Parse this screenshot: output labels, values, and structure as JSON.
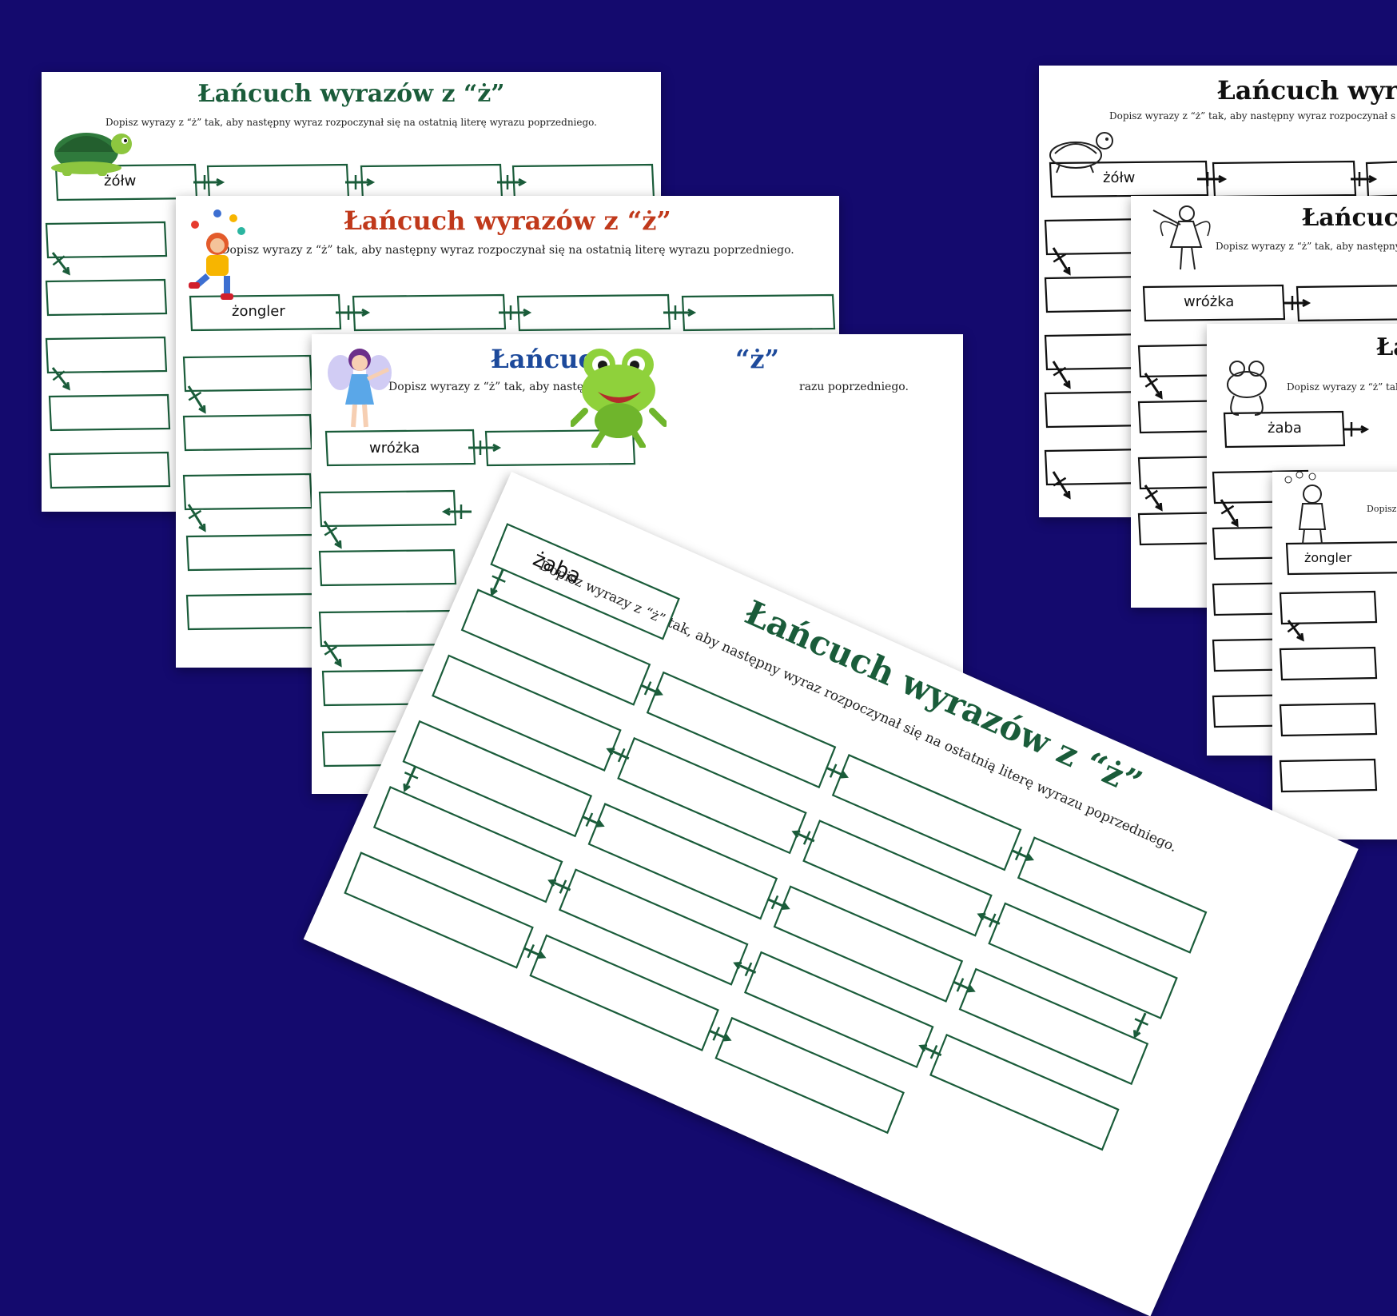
{
  "colors": {
    "background": "#140a6e",
    "green": "#1a5c3a",
    "red": "#c0391b",
    "blue": "#1d4a9b",
    "black": "#111111"
  },
  "worksheet": {
    "title": "Łańcuch wyrazów z “ż”",
    "instruction": "Dopisz wyrazy z “ż” tak, aby następny wyraz rozpoczynał się na ostatnią literę wyrazu poprzedniego."
  },
  "sheets": {
    "green": {
      "start_word": "żółw",
      "picture": "turtle-icon"
    },
    "red": {
      "start_word": "żongler",
      "picture": "juggler-icon"
    },
    "blue": {
      "start_word": "wróżka",
      "picture": "fairy-icon"
    },
    "frog": {
      "start_word": "żaba",
      "picture": "frog-icon"
    },
    "bw1": {
      "start_word": "żółw",
      "picture": "turtle-outline-icon"
    },
    "bw2": {
      "start_word": "wróżka",
      "picture": "fairy-outline-icon"
    },
    "bw3": {
      "start_word": "żaba",
      "picture": "frog-outline-icon"
    },
    "bw4": {
      "start_word": "żongler",
      "picture": "clown-outline-icon"
    }
  },
  "cropped_text": {
    "bw1_title": "Łańcuch wyrazó",
    "bw1_sub": "Dopisz wyrazy z “ż” tak, aby następny wyraz rozpoczynał s",
    "bw2_title": "Łańcuch",
    "bw2_sub": "Dopisz wyrazy z “ż” tak, aby następny",
    "bw3_title": "Ła",
    "bw3_sub": "Dopisz wyrazy z “ż” tak",
    "bw4_sub": "Dopisz",
    "blue_title_left": "Łańcuc",
    "blue_title_right": "“ż”",
    "blue_sub_left": "Dopisz wyrazy z “ż” tak, aby następ",
    "blue_sub_right": "razu poprzedniego."
  }
}
